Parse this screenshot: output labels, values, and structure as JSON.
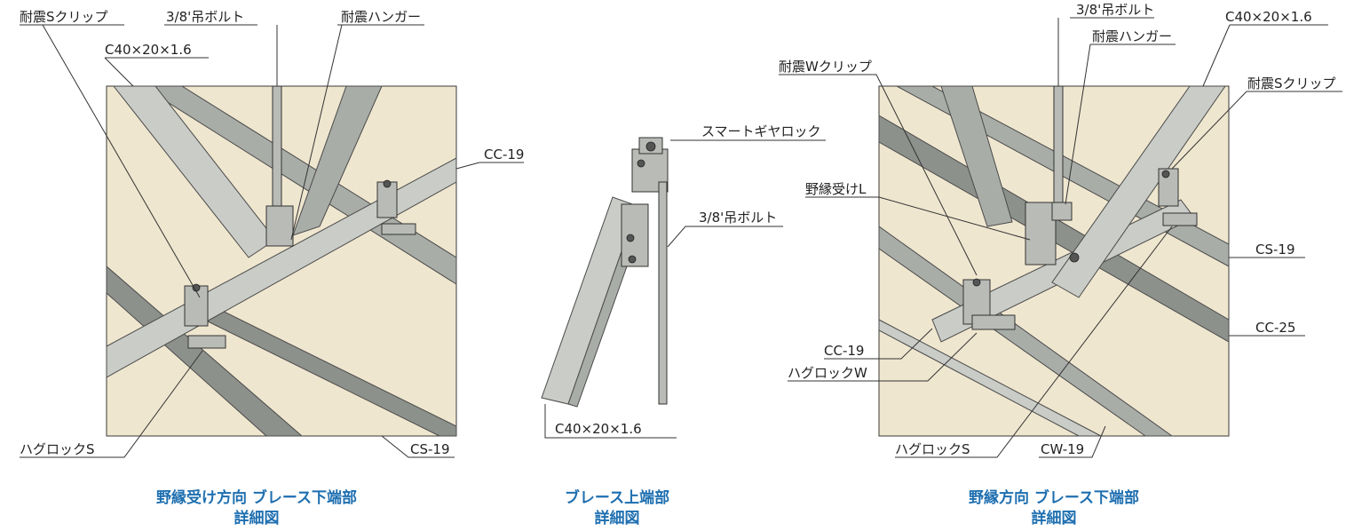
{
  "left": {
    "labels": {
      "s_clip": "耐震Sクリップ",
      "bolt": "3/8'吊ボルト",
      "hanger": "耐震ハンガー",
      "channel": "C40×20×1.6",
      "cc": "CC-19",
      "haglock": "ハグロックS",
      "cs": "CS-19"
    },
    "caption_1": "野縁受け方向 ブレース下端部",
    "caption_2": "詳細図"
  },
  "middle": {
    "labels": {
      "gear_lock": "スマートギヤロック",
      "bolt": "3/8'吊ボルト",
      "channel": "C40×20×1.6"
    },
    "caption_1": "ブレース上端部",
    "caption_2": "詳細図"
  },
  "right": {
    "labels": {
      "bolt": "3/8'吊ボルト",
      "channel": "C40×20×1.6",
      "hanger": "耐震ハンガー",
      "w_clip": "耐震Wクリップ",
      "s_clip": "耐震Sクリップ",
      "nobuchi_l": "野縁受けL",
      "cs": "CS-19",
      "cc25": "CC-25",
      "cc19": "CC-19",
      "haglock_w": "ハグロックW",
      "haglock_s": "ハグロックS",
      "cw": "CW-19"
    },
    "caption_1": "野縁方向 ブレース下端部",
    "caption_2": "詳細図"
  },
  "colors": {
    "ceiling_panel": "#efe6cf",
    "steel": "#a9ada8",
    "caption": "#1e6fb0"
  }
}
